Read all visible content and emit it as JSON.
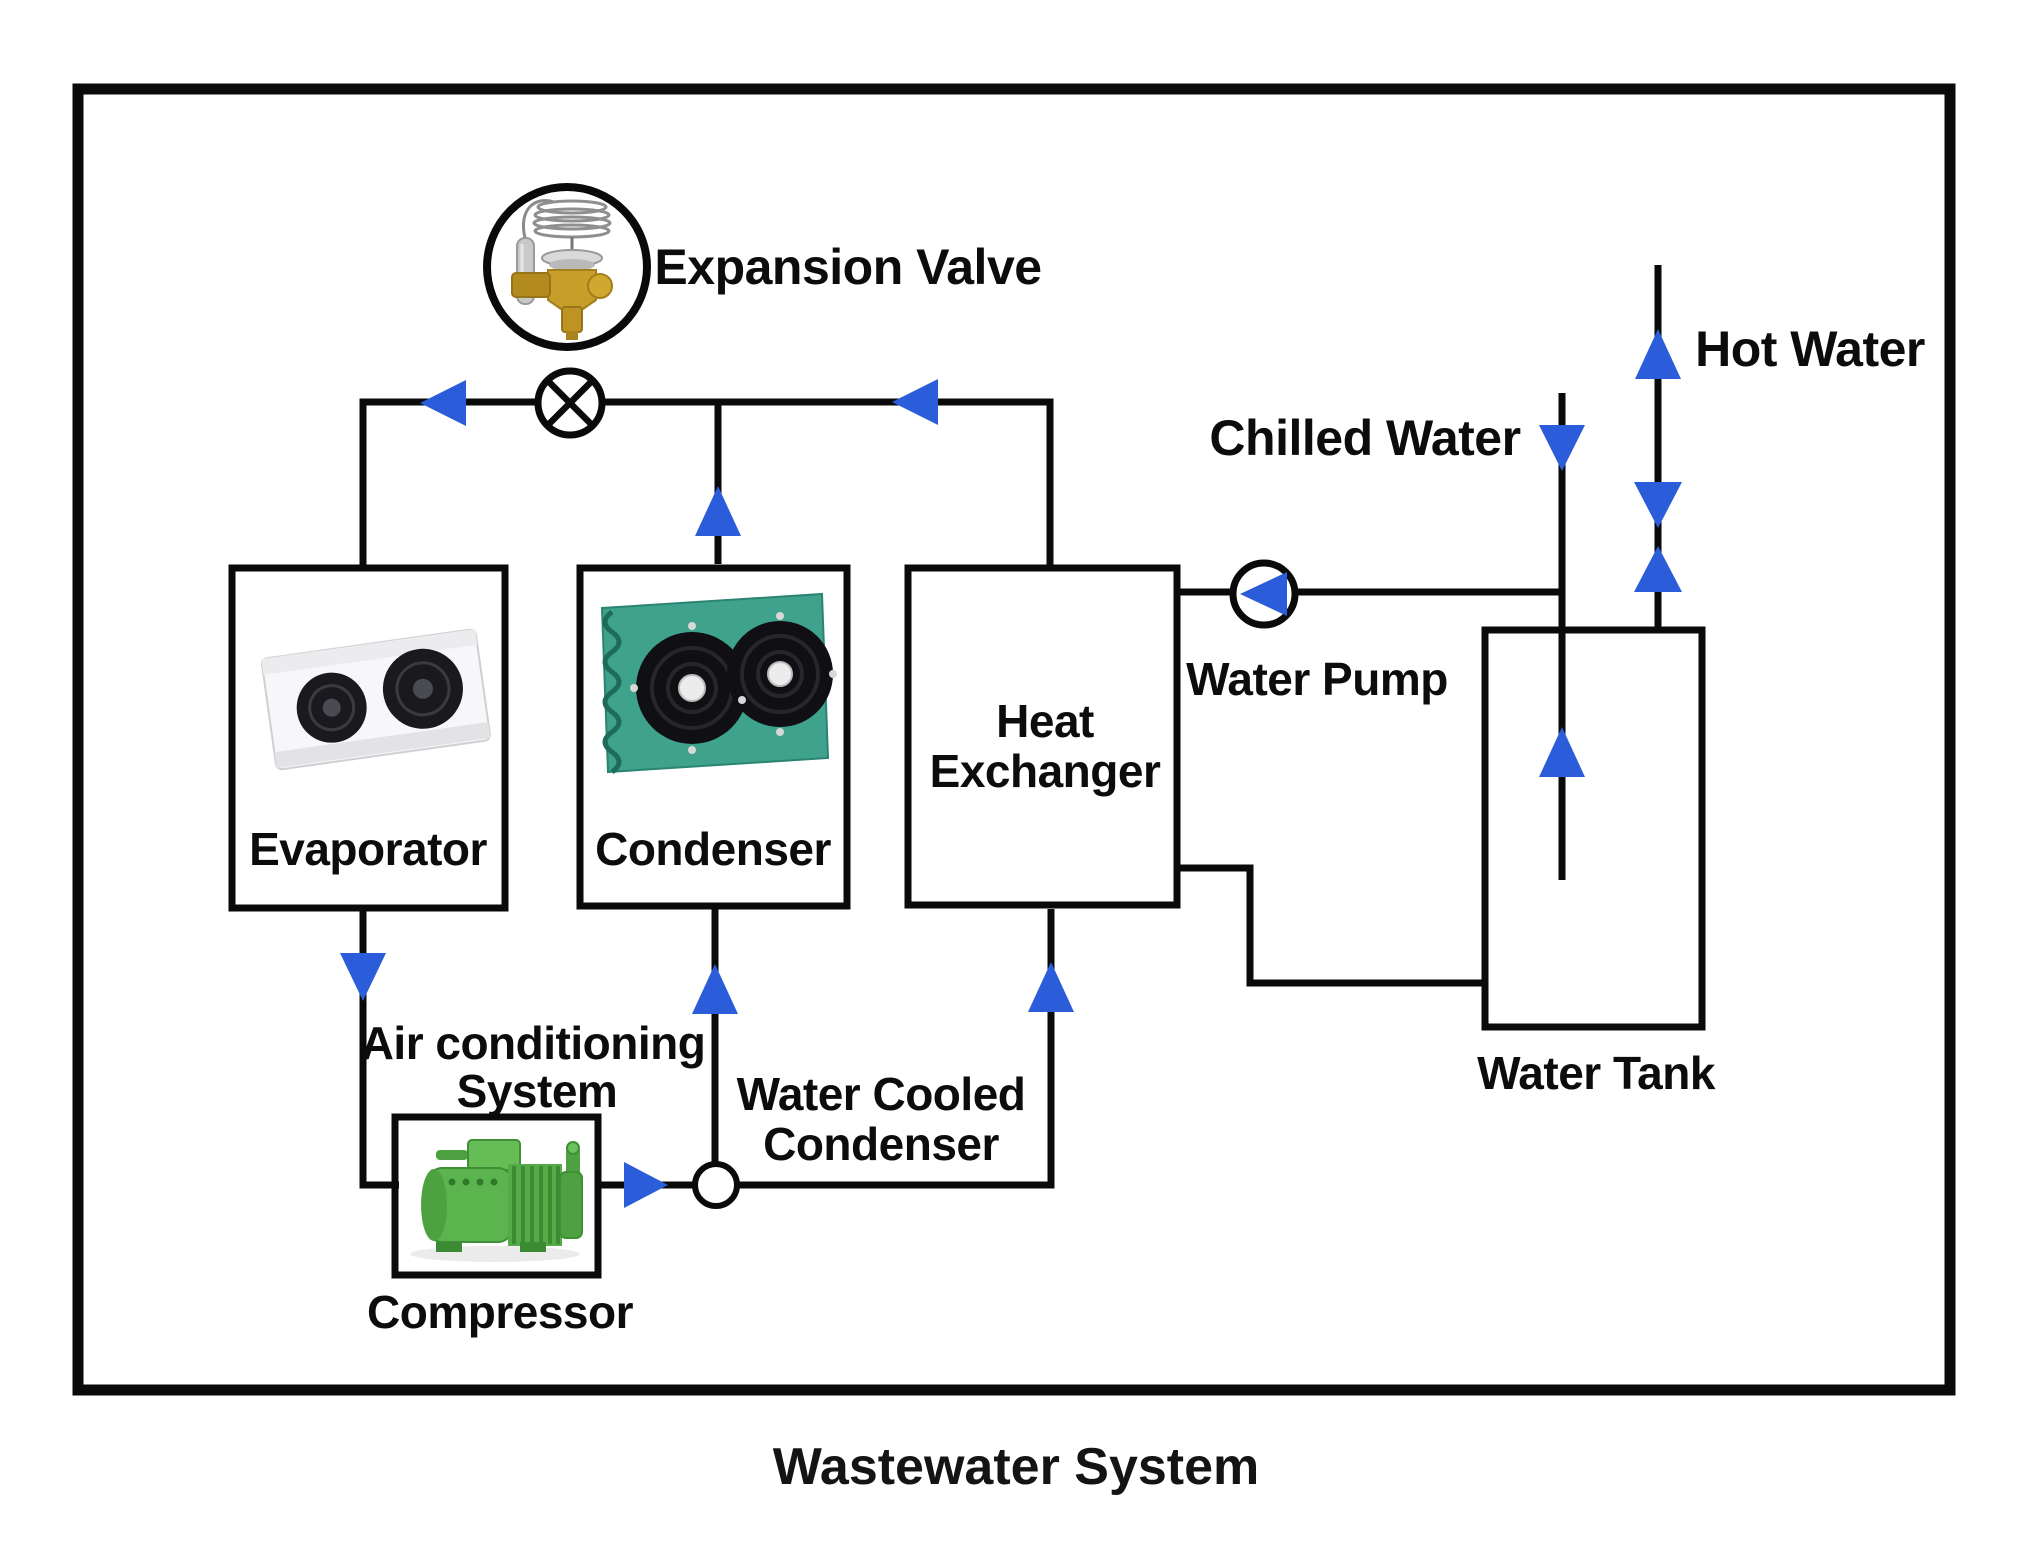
{
  "diagram": {
    "title": "Wastewater System",
    "components": {
      "expansion_valve": "Expansion Valve",
      "evaporator": "Evaporator",
      "condenser": "Condenser",
      "heat_exchanger_line1": "Heat",
      "heat_exchanger_line2": "Exchanger",
      "compressor": "Compressor",
      "air_conditioning_line1": "Air conditioning",
      "air_conditioning_line2": "System",
      "water_cooled_condenser_line1": "Water Cooled",
      "water_cooled_condenser_line2": "Condenser",
      "water_pump": "Water Pump",
      "water_tank": "Water Tank",
      "hot_water": "Hot Water",
      "chilled_water": "Chilled Water"
    },
    "colors": {
      "flow_arrow_blue": "#2b5cd9",
      "pipe_black": "#0a0a0a",
      "condenser_panel_green": "#3fa28c",
      "compressor_green": "#5cb44e",
      "valve_brass": "#c79e2a"
    },
    "icons": {
      "expansion_valve_icon": "thermostatic-expansion-valve",
      "shutoff_valve_icon": "circle-cross-valve",
      "water_pump_icon": "circle-left-triangle-pump",
      "junction_icon": "open-circle-junction",
      "flow_arrow_icon": "solid-triangle-flow-arrow",
      "hourglass_valve_icon": "double-triangle-valve",
      "evaporator_icon": "dual-fan-evaporator-unit",
      "condenser_icon": "dual-fan-green-condenser-unit",
      "compressor_icon": "green-reciprocating-compressor"
    }
  }
}
